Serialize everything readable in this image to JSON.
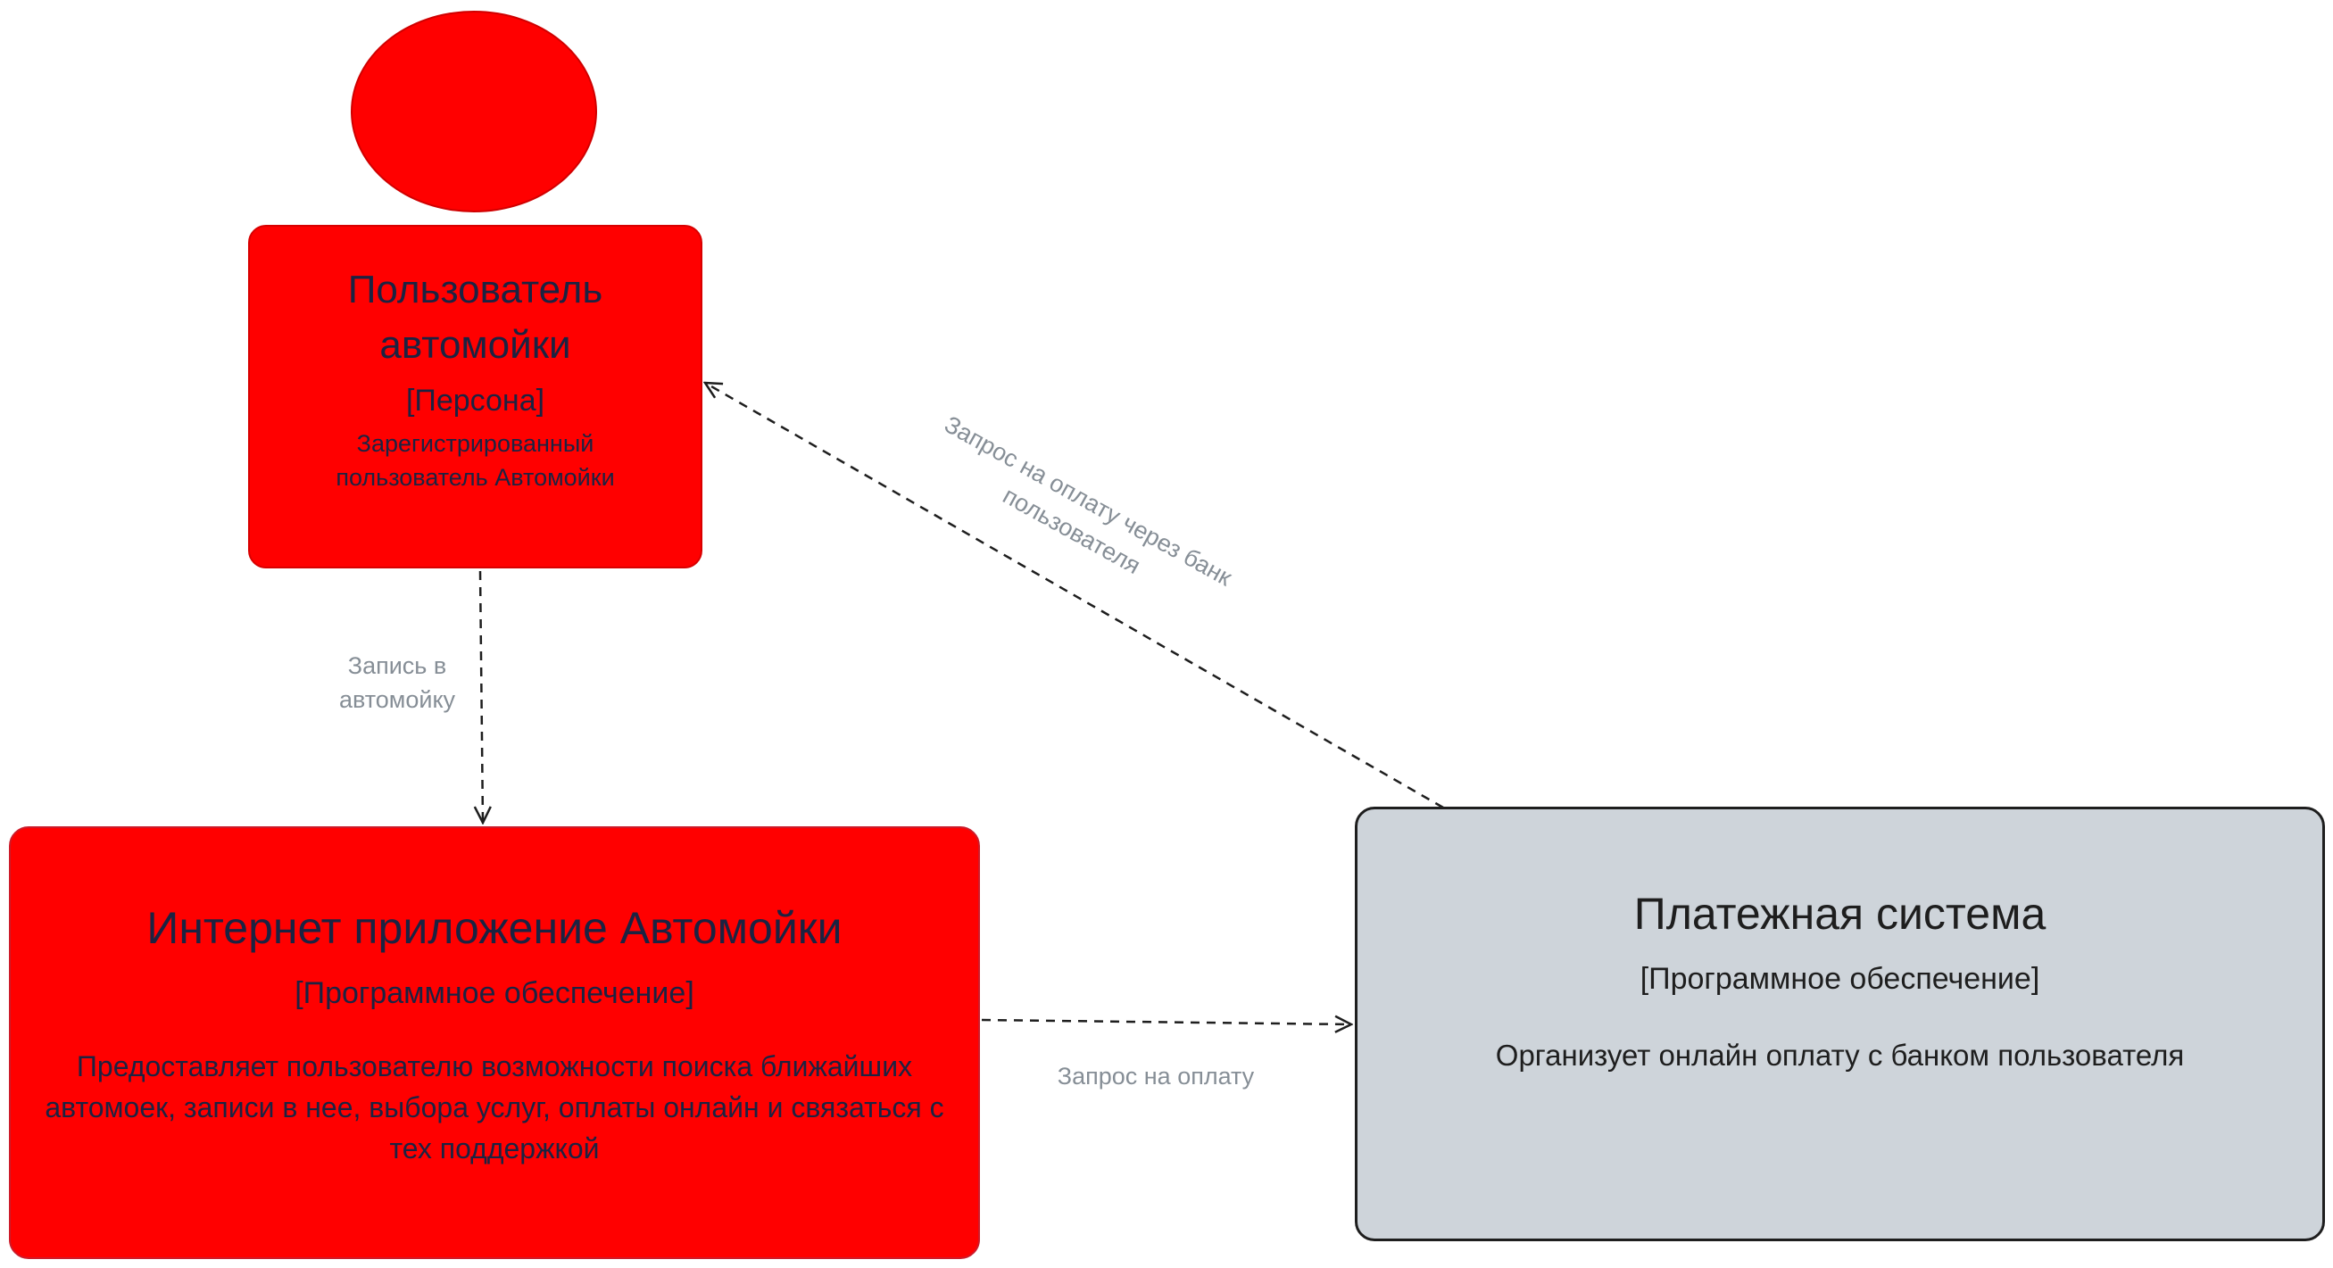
{
  "nodes": {
    "person": {
      "title": "Пользователь автомойки",
      "type": "[Персона]",
      "description": "Зарегистрированный пользователь Автомойки"
    },
    "app": {
      "title": "Интернет приложение Автомойки",
      "type": "[Программное обеспечение]",
      "description": "Предоставляет пользователю возможности поиска ближайших автомоек, записи в нее, выбора услуг, оплаты онлайн и связаться с тех поддержкой"
    },
    "payment": {
      "title": "Платежная система",
      "type": "[Программное обеспечение]",
      "description": "Организует онлайн оплату с банком пользователя"
    }
  },
  "edges": {
    "person_to_app": {
      "label": "Запись в автомойку"
    },
    "app_to_payment": {
      "label": "Запрос на оплату"
    },
    "payment_to_person": {
      "label": "Запрос на оплату через банк пользователя"
    }
  },
  "colors": {
    "internal": "#ff0000",
    "external": "#ced4da",
    "text": "#1b2342",
    "edge_label": "#868e96"
  }
}
